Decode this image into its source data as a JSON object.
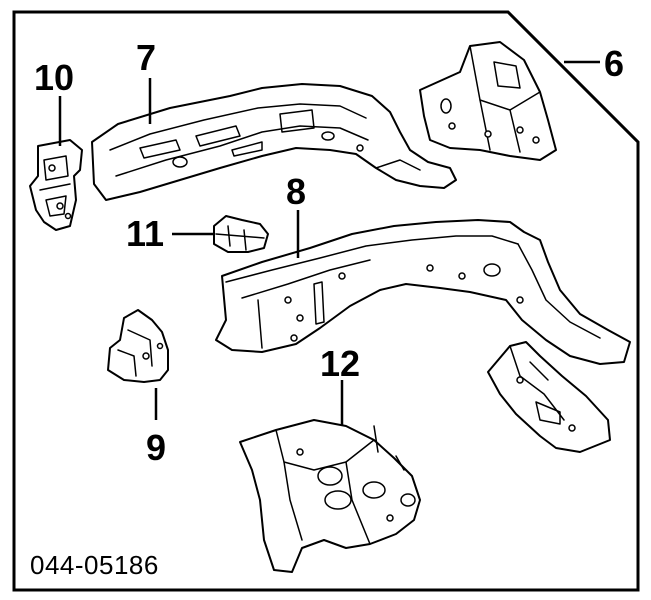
{
  "diagram": {
    "part_code": "044-05186",
    "callouts": {
      "c6": "6",
      "c7": "7",
      "c8": "8",
      "c9": "9",
      "c10": "10",
      "c11": "11",
      "c12": "12"
    }
  }
}
